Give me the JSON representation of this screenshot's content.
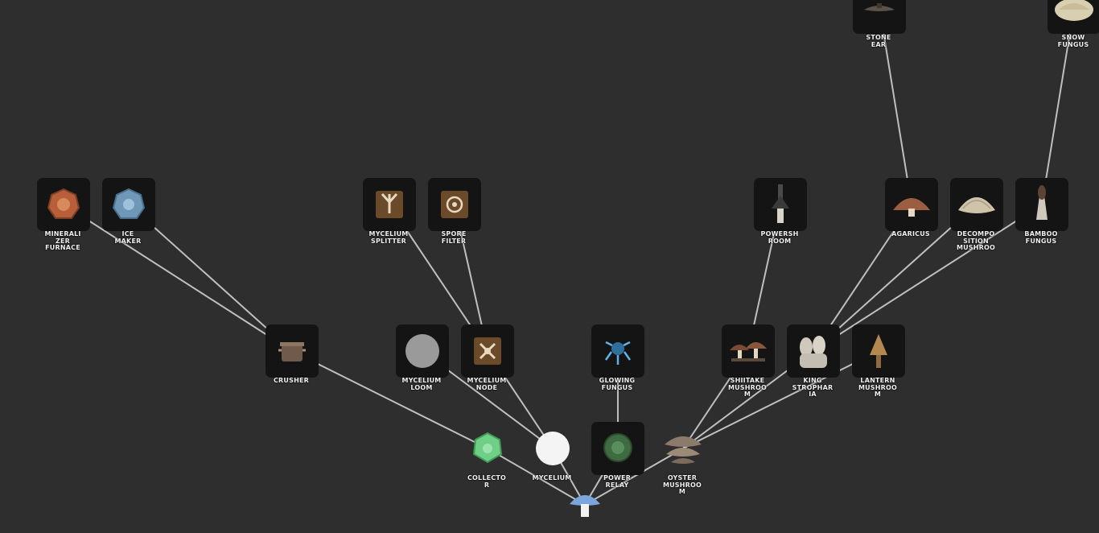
{
  "tree": {
    "nodes": {
      "stone_ear": {
        "label": "STONE\nEAR",
        "icon": "stone-ear-icon"
      },
      "snow_fungus": {
        "label": "SNOW\nFUNGUS",
        "icon": "snow-fungus-icon"
      },
      "mineralizer_furnace": {
        "label": "MINERALI\nZER\nFURNACE",
        "icon": "mineralizer-furnace-icon"
      },
      "ice_maker": {
        "label": "ICE\nMAKER",
        "icon": "ice-maker-icon"
      },
      "mycelium_splitter": {
        "label": "MYCELIUM\nSPLITTER",
        "icon": "mycelium-splitter-icon"
      },
      "spore_filter": {
        "label": "SPORE\nFILTER",
        "icon": "spore-filter-icon"
      },
      "powershroom": {
        "label": "POWERSH\nROOM",
        "icon": "powershroom-icon"
      },
      "agaricus": {
        "label": "AGARICUS",
        "icon": "agaricus-icon"
      },
      "decomposition_mushroom": {
        "label": "DECOMPO\nSITION\nMUSHROO",
        "icon": "decomposition-mushroom-icon"
      },
      "bamboo_fungus": {
        "label": "BAMBOO\nFUNGUS",
        "icon": "bamboo-fungus-icon"
      },
      "crusher": {
        "label": "CRUSHER",
        "icon": "crusher-icon"
      },
      "mycelium_loom": {
        "label": "MYCELIUM\nLOOM",
        "icon": "mycelium-loom-icon"
      },
      "mycelium_node": {
        "label": "MYCELIUM\nNODE",
        "icon": "mycelium-node-icon"
      },
      "glowing_fungus": {
        "label": "GLOWING\nFUNGUS",
        "icon": "glowing-fungus-icon"
      },
      "shiitake_mushroom": {
        "label": "SHIITAKE\nMUSHROO\nM",
        "icon": "shiitake-mushroom-icon"
      },
      "king_stropharia": {
        "label": "KING\nSTROPHAR\nIA",
        "icon": "king-stropharia-icon"
      },
      "lantern_mushroom": {
        "label": "LANTERN\nMUSHROO\nM",
        "icon": "lantern-mushroom-icon"
      },
      "collector": {
        "label": "COLLECTO\nR",
        "icon": "collector-icon"
      },
      "mycelium": {
        "label": "MYCELIUM",
        "icon": "mycelium-icon"
      },
      "power_relay": {
        "label": "POWER\nRELAY",
        "icon": "power-relay-icon"
      },
      "oyster_mushroom": {
        "label": "OYSTER\nMUSHROO\nM",
        "icon": "oyster-mushroom-icon"
      },
      "root": {
        "label": "",
        "icon": "blue-mushroom-root-icon"
      }
    },
    "edges": [
      [
        "root",
        "collector"
      ],
      [
        "root",
        "mycelium"
      ],
      [
        "root",
        "power_relay"
      ],
      [
        "root",
        "oyster_mushroom"
      ],
      [
        "collector",
        "crusher"
      ],
      [
        "crusher",
        "mineralizer_furnace"
      ],
      [
        "crusher",
        "ice_maker"
      ],
      [
        "mycelium",
        "mycelium_loom"
      ],
      [
        "mycelium",
        "mycelium_node"
      ],
      [
        "mycelium_node",
        "mycelium_splitter"
      ],
      [
        "mycelium_node",
        "spore_filter"
      ],
      [
        "power_relay",
        "glowing_fungus"
      ],
      [
        "oyster_mushroom",
        "shiitake_mushroom"
      ],
      [
        "oyster_mushroom",
        "king_stropharia"
      ],
      [
        "oyster_mushroom",
        "lantern_mushroom"
      ],
      [
        "shiitake_mushroom",
        "powershroom"
      ],
      [
        "king_stropharia",
        "agaricus"
      ],
      [
        "king_stropharia",
        "decomposition_mushroom"
      ],
      [
        "king_stropharia",
        "bamboo_fungus"
      ],
      [
        "agaricus",
        "stone_ear"
      ],
      [
        "bamboo_fungus",
        "snow_fungus"
      ]
    ]
  }
}
